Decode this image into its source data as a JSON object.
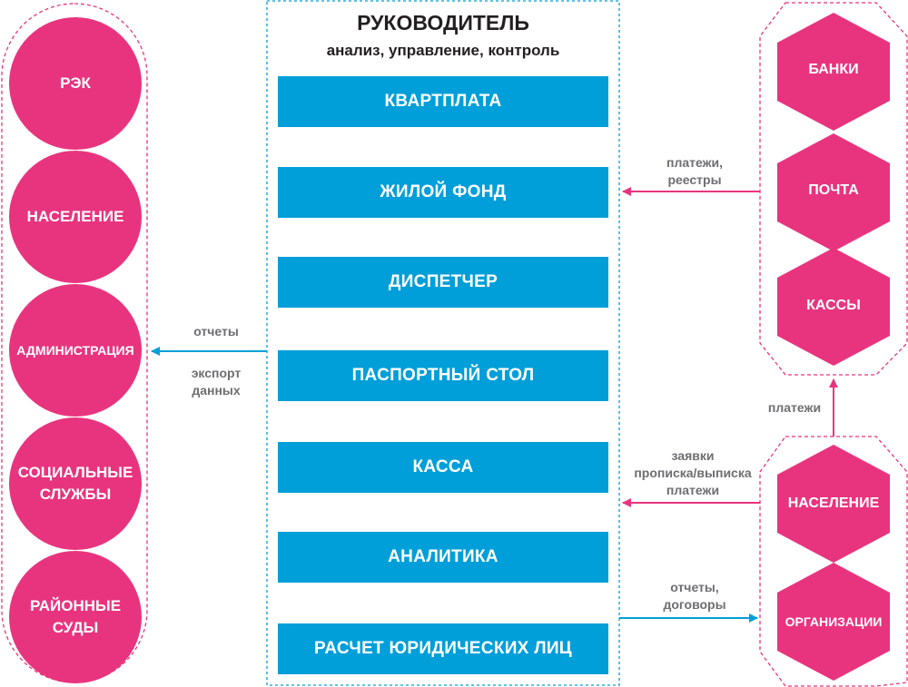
{
  "header": {
    "title": "РУКОВОДИТЕЛЬ",
    "subtitle": "анализ, управление, контроль"
  },
  "left_circles": [
    "РЭК",
    "НАСЕЛЕНИЕ",
    "АДМИНИСТРАЦИЯ",
    "СОЦИАЛЬНЫЕ\nСЛУЖБЫ",
    "РАЙОННЫЕ\nСУДЫ"
  ],
  "modules": [
    "КВАРТПЛАТА",
    "ЖИЛОЙ ФОНД",
    "ДИСПЕТЧЕР",
    "ПАСПОРТНЫЙ СТОЛ",
    "КАССА",
    "АНАЛИТИКА",
    "РАСЧЕТ ЮРИДИЧЕСКИХ ЛИЦ"
  ],
  "right_top_hexagons": [
    "БАНКИ",
    "ПОЧТА",
    "КАССЫ"
  ],
  "right_bottom_hexagons": [
    "НАСЕЛЕНИЕ",
    "ОРГАНИЗАЦИИ"
  ],
  "arrow_labels": {
    "reports": "отчеты",
    "export": "экспорт\nданных",
    "payments_registers": "платежи,\nреестры",
    "payments": "платежи",
    "requests": "заявки\nпрописка/выписка\nплатежи",
    "reports_contracts": "отчеты,\nдоговоры"
  },
  "colors": {
    "magenta": "#e8347e",
    "blue": "#009fd9",
    "label_gray": "#6d6e71"
  }
}
